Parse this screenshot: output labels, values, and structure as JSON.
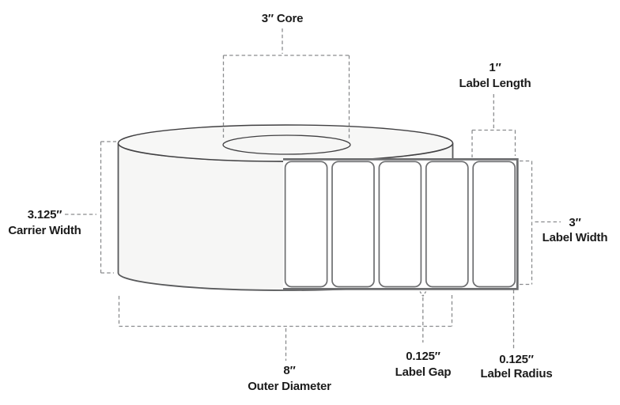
{
  "diagram": {
    "type": "label-roll-dimension-diagram",
    "label_count": 5,
    "callouts": {
      "core": {
        "value": "3″",
        "label": "Core"
      },
      "label_length": {
        "value": "1″",
        "label": "Label Length"
      },
      "carrier_width": {
        "value": "3.125″",
        "label": "Carrier Width"
      },
      "outer_diameter": {
        "value": "8″",
        "label": "Outer Diameter"
      },
      "label_width": {
        "value": "3″",
        "label": "Label Width"
      },
      "label_gap": {
        "value": "0.125″",
        "label": "Label Gap"
      },
      "label_radius": {
        "value": "0.125″",
        "label": "Label Radius"
      }
    },
    "colors": {
      "outline": "#414042",
      "strip_gray": "#6d6e70",
      "dash_gray": "#8a8c8e",
      "roll_fill": "#f6f6f5",
      "label_fill": "#ffffff",
      "text": "#1b1b1b",
      "background": "#ffffff"
    }
  }
}
